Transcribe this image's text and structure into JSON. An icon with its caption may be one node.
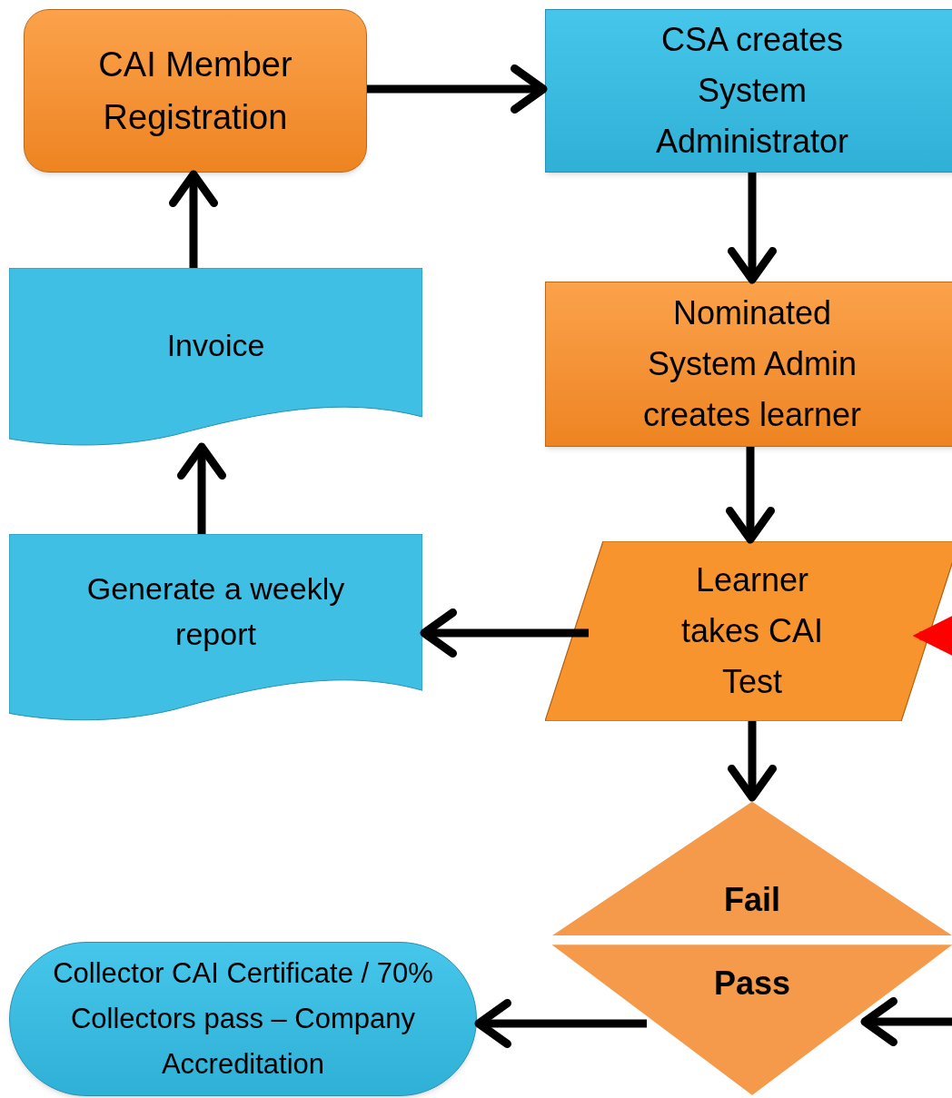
{
  "diagram": {
    "nodes": [
      {
        "text": [
          "CAI Member Registration"
        ]
      },
      {
        "text": [
          "CSA creates System Administrator"
        ]
      },
      {
        "text": [
          "Invoice"
        ]
      },
      {
        "text": [
          "Nominated System Admin creates learner"
        ]
      },
      {
        "text": [
          "Generate a weekly report"
        ]
      },
      {
        "text": [
          "Learner takes CAI Test"
        ]
      },
      {
        "text": [
          "Fail"
        ]
      },
      {
        "text": [
          "Pass"
        ]
      },
      {
        "text": [
          "Collector CAI Certificate / 70% Collectors pass – Company Accreditation"
        ]
      }
    ],
    "edges": [
      {
        "from": 0,
        "to": 1,
        "arrow": "to"
      },
      {
        "from": 1,
        "to": 3,
        "arrow": "to"
      },
      {
        "from": 3,
        "to": 5,
        "arrow": "to"
      },
      {
        "from": 5,
        "to": 4,
        "arrow": "to"
      },
      {
        "from": 4,
        "to": 2,
        "arrow": "to"
      },
      {
        "from": 2,
        "to": 0,
        "arrow": "to"
      },
      {
        "from": 5,
        "to": 6,
        "arrow": "to"
      },
      {
        "from": 7,
        "to": 8,
        "arrow": "to"
      },
      {
        "from": null,
        "to": 7,
        "arrow": "to"
      },
      {
        "from": null,
        "to": 5,
        "arrow": "to",
        "color": "#ff0000"
      }
    ]
  }
}
